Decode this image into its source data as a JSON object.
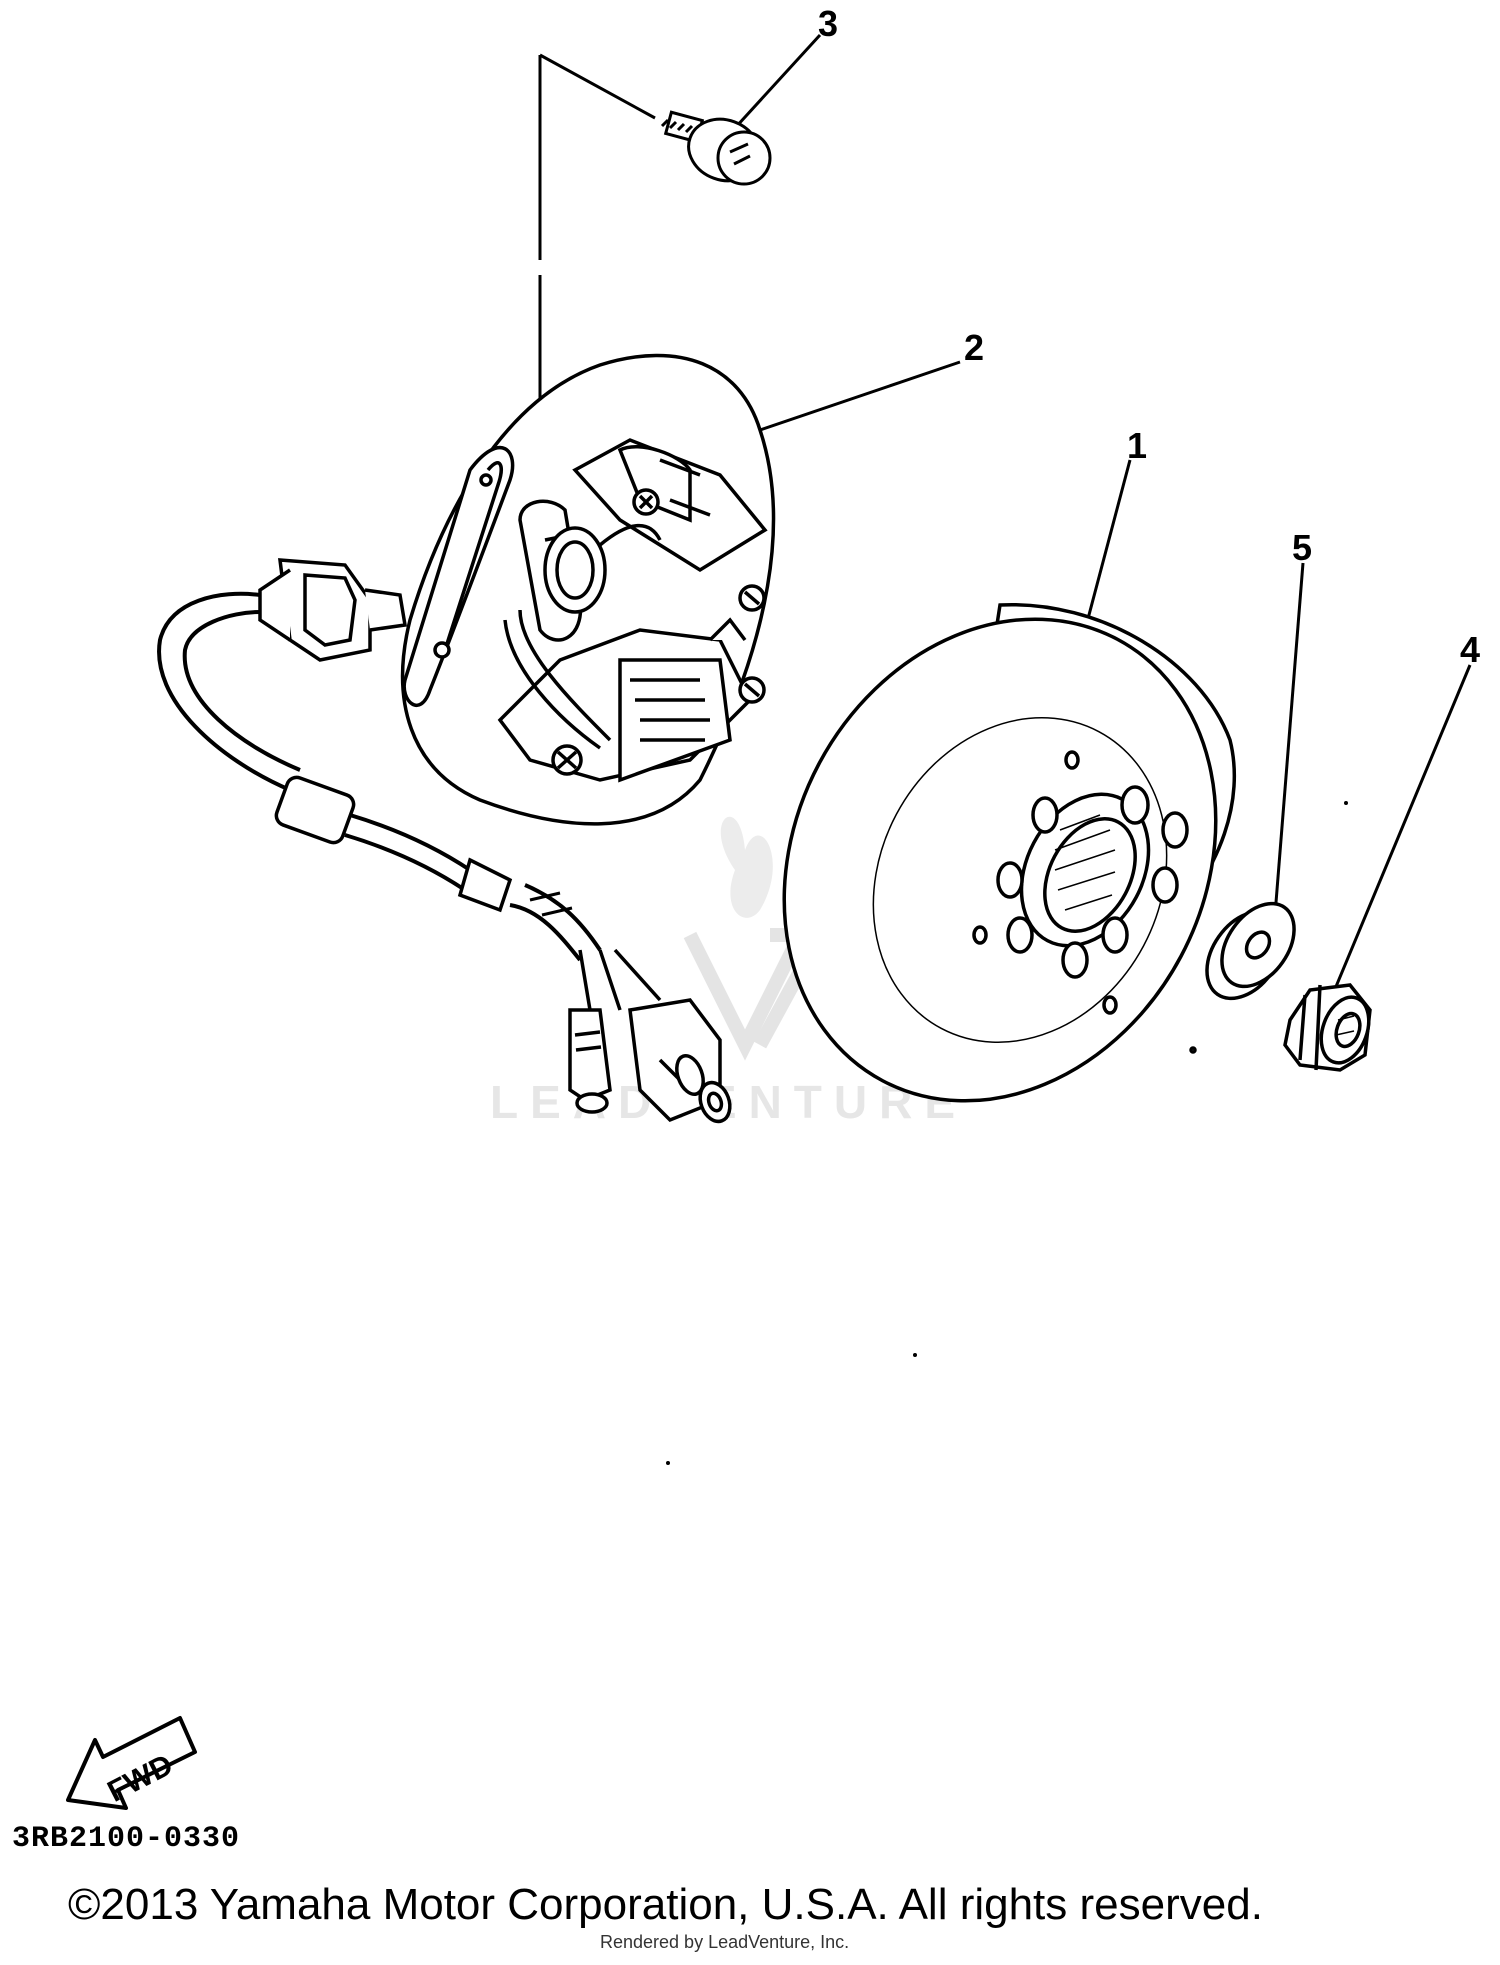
{
  "callouts": {
    "part_1": "1",
    "part_2": "2",
    "part_3": "3",
    "part_4": "4",
    "part_5": "5"
  },
  "fwd_label": "FWD",
  "watermark": "LEADVENTURE",
  "part_code": "3RB2100-0330",
  "copyright": "©2013 Yamaha Motor Corporation, U.S.A. All rights reserved.",
  "rendered_by": "Rendered by LeadVenture, Inc."
}
